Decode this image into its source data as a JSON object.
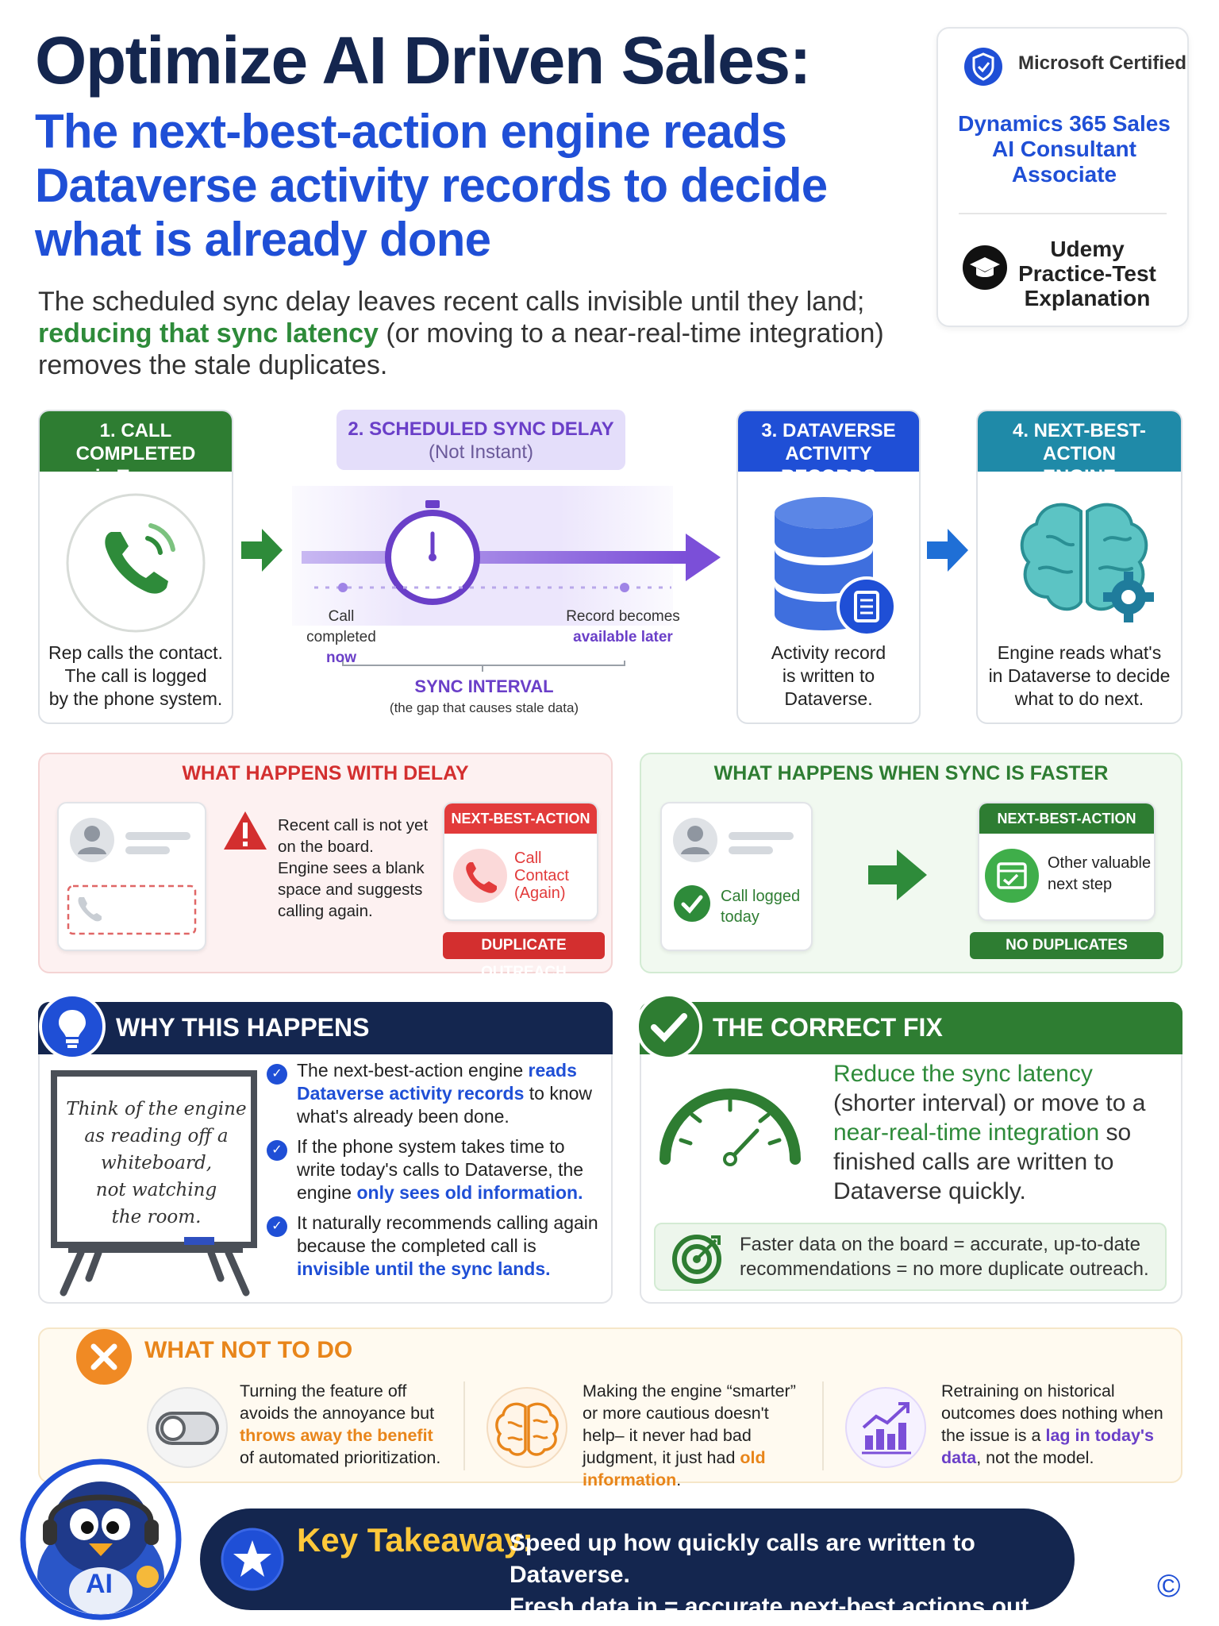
{
  "header": {
    "title": "Optimize AI Driven Sales:",
    "subtitle": "The next-best-action engine reads Dataverse activity records to decide what is already done",
    "intro_part1": "The scheduled sync delay leaves recent calls invisible until they land;",
    "intro_green": "reducing that sync latency",
    "intro_part2": "(or moving to a near-real-time integration) removes the stale duplicates."
  },
  "cert": {
    "issuer": "Microsoft Certified",
    "course": "Dynamics 365 Sales AI Consultant Associate",
    "platform": "Udemy Practice-Test Explanation"
  },
  "flow": {
    "step1": {
      "title": "1. CALL COMPLETED",
      "subtitle": "in Teams",
      "desc": [
        "Rep calls the contact.",
        "The call is logged",
        "by the phone system."
      ]
    },
    "step2": {
      "title": "2. SCHEDULED SYNC DELAY",
      "subtitle": "(Not Instant)",
      "start_label": "Call completed",
      "start_sub": "now",
      "end_label": "Record becomes",
      "end_sub": "available later",
      "interval_title": "SYNC INTERVAL",
      "interval_sub": "(the gap that causes stale data)"
    },
    "step3": {
      "title": "3. DATAVERSE",
      "subtitle": "ACTIVITY RECORDS",
      "desc": [
        "Activity record",
        "is written to",
        "Dataverse."
      ]
    },
    "step4": {
      "title": "4. NEXT-BEST-ACTION",
      "subtitle": "ENGINE",
      "desc": [
        "Engine reads what's",
        "in Dataverse to decide",
        "what to do next."
      ]
    }
  },
  "delay_panel": {
    "title": "WHAT HAPPENS WITH DELAY",
    "warning": [
      "Recent call is not yet",
      "on the board.",
      "Engine sees a blank",
      "space and suggests",
      "calling again."
    ],
    "nba_label": "NEXT-BEST-ACTION",
    "nba_action": [
      "Call",
      "Contact",
      "(Again)"
    ],
    "result": "DUPLICATE OUTREACH"
  },
  "fast_panel": {
    "title": "WHAT HAPPENS WHEN SYNC IS FASTER",
    "logged": [
      "Call logged",
      "today"
    ],
    "nba_label": "NEXT-BEST-ACTION",
    "nba_action": [
      "Other valuable",
      "next step"
    ],
    "result": "NO DUPLICATES"
  },
  "why": {
    "title": "WHY THIS HAPPENS",
    "whiteboard": [
      "Think of the engine",
      "as reading off a",
      "whiteboard,",
      "not watching",
      "the room."
    ],
    "bullets": [
      {
        "a": "The next-best-action engine ",
        "b": "reads Dataverse activity records",
        "c": " to know what's already been done."
      },
      {
        "a": "If the phone system takes time to write today's calls to Dataverse, the engine ",
        "b": "only sees old information.",
        "c": ""
      },
      {
        "a": "It naturally recommends calling again because the completed call is ",
        "b": "invisible until the sync lands.",
        "c": ""
      }
    ]
  },
  "fix": {
    "title": "THE CORRECT FIX",
    "g1": "Reduce the sync latency",
    "t1": " (shorter interval) or move to a ",
    "g2": "near-real-time integration",
    "t2": " so finished calls are written to Dataverse quickly.",
    "result": "Faster data on the board = accurate, up-to-date recommendations = no more duplicate outreach."
  },
  "dont": {
    "title": "WHAT NOT TO DO",
    "item1": {
      "a": "Turning the feature off avoids the annoyance but ",
      "b": "throws away the benefit",
      "c": " of automated prioritization."
    },
    "item2": {
      "a": "Making the engine “smarter” or more cautious doesn't help– it never had bad judgment, it just had ",
      "b": "old information",
      "c": "."
    },
    "item3": {
      "a": "Retraining on historical outcomes does nothing when the issue is a ",
      "b": "lag in today's data",
      "c": ", not the model."
    }
  },
  "takeaway": {
    "label": "Key Takeaway:",
    "line1": "Speed up how quickly calls are written to Dataverse.",
    "line2": "Fresh data in = accurate next-best actions out."
  },
  "mascot": {
    "badge": "AI"
  },
  "copyright": "©",
  "colors": {
    "navy": "#14264f",
    "blue": "#1f4fd6",
    "green": "#2e7d32",
    "purple": "#6a3fc8",
    "teal": "#1f8aa8",
    "red": "#d32f2f",
    "orange": "#e8851a"
  }
}
